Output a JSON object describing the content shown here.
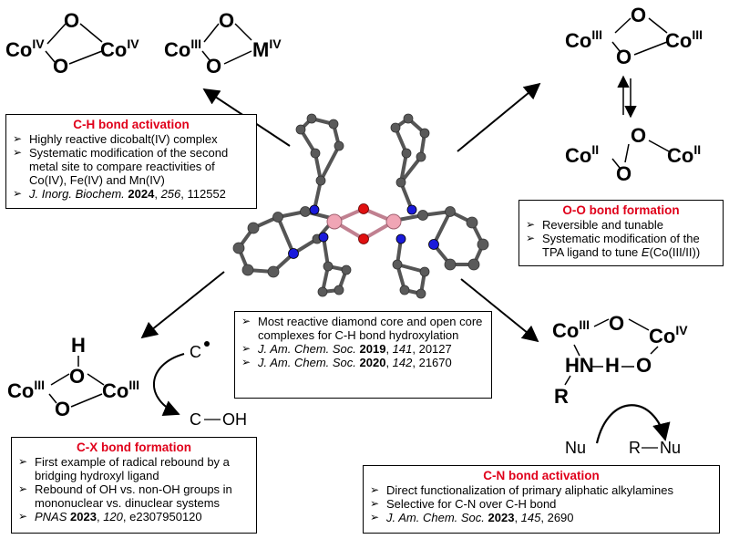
{
  "structures": {
    "co_iv_dimer": {
      "metal1": "Co",
      "ox1": "IV",
      "metal2": "Co",
      "ox2": "IV",
      "bridge": "O"
    },
    "co_iii_m_iv": {
      "metal1": "Co",
      "ox1": "III",
      "metal2": "M",
      "ox2": "IV",
      "bridge": "O"
    },
    "co_iii_dimer": {
      "metal1": "Co",
      "ox1": "III",
      "metal2": "Co",
      "ox2": "III",
      "bridge": "O"
    },
    "co_ii_peroxo": {
      "metal1": "Co",
      "ox1": "II",
      "metal2": "Co",
      "ox2": "II",
      "bridge": "O"
    },
    "hydroxo_dimer": {
      "metal1": "Co",
      "ox1": "III",
      "metal2": "Co",
      "ox2": "III",
      "bridge": "O",
      "h": "H"
    },
    "amido": {
      "metal1": "Co",
      "ox1": "III",
      "metal2": "Co",
      "ox2": "IV",
      "o": "O",
      "hn": "HN",
      "h": "H",
      "r": "R"
    },
    "radical": {
      "c_radical": "C",
      "c_oh": "C",
      "oh": "OH"
    },
    "nu": {
      "nu": "Nu",
      "product_r": "R",
      "product_nu": "Nu"
    }
  },
  "boxes": {
    "ch": {
      "title": "C-H bond activation",
      "items": [
        "Highly reactive dicobalt(IV) complex",
        "Systematic modification of the second metal site to compare reactivities of Co(IV), Fe(IV) and Mn(IV)"
      ],
      "ref": {
        "journal": "J. Inorg. Biochem.",
        "year": "2024",
        "volume": "256",
        "page": ", 112552"
      }
    },
    "oo": {
      "title": "O-O bond formation",
      "items": [
        "Reversible and tunable"
      ],
      "item2_pre": "Systematic modification of the TPA ligand to tune ",
      "item2_e": "E",
      "item2_post": "(Co(III/II))"
    },
    "center": {
      "items": [
        "Most reactive diamond core and open core complexes for C-H bond hydroxylation"
      ],
      "refs": [
        {
          "journal": "J. Am. Chem. Soc.",
          "year": "2019",
          "volume": "141",
          "page": ", 20127"
        },
        {
          "journal": "J. Am. Chem. Soc.",
          "year": "2020",
          "volume": "142",
          "page": ", 21670"
        }
      ]
    },
    "cx": {
      "title": "C-X bond formation",
      "items": [
        "First example of radical rebound by a bridging hydroxyl ligand",
        "Rebound of OH vs. non-OH groups in mononuclear vs. dinuclear systems"
      ],
      "ref": {
        "journal": "PNAS",
        "year": "2023",
        "volume": "120",
        "page": ", e2307950120"
      }
    },
    "cn": {
      "title": "C-N bond activation",
      "items": [
        "Direct functionalization of primary aliphatic alkylamines",
        "Selective for C-N over C-H bond"
      ],
      "ref": {
        "journal": "J. Am. Chem. Soc.",
        "year": "2023",
        "volume": "145",
        "page": ", 2690"
      }
    }
  },
  "colors": {
    "title_red": "#e0001a",
    "carbon": "#5a5a5a",
    "nitrogen": "#1a1adb",
    "oxygen": "#e01010",
    "cobalt": "#f0a5b5"
  }
}
